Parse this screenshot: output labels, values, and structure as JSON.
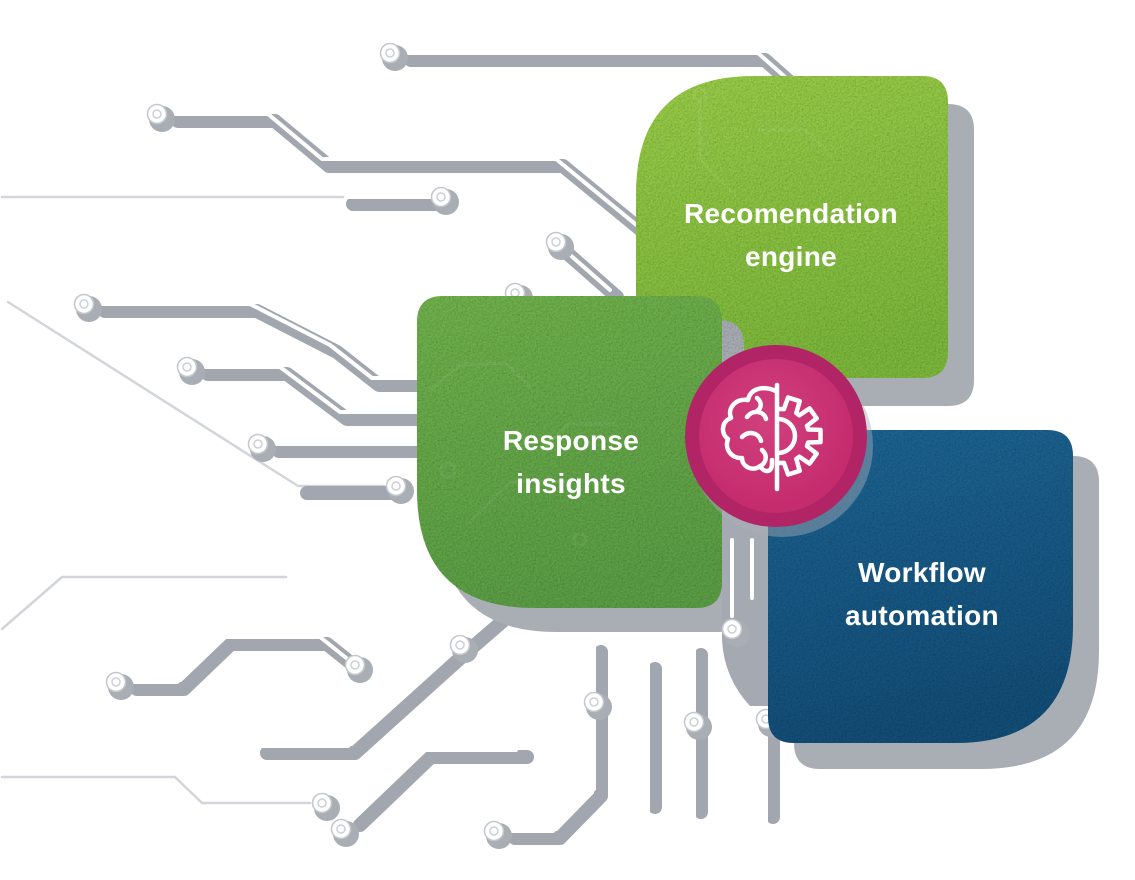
{
  "cards": [
    {
      "id": "recommendation-engine",
      "line1": "Recomendation",
      "line2": "engine",
      "color_top": "#97cc46",
      "color_bottom": "#7eb93c",
      "text_color": "#ffffff"
    },
    {
      "id": "response-insights",
      "line1": "Response",
      "line2": "insights",
      "color_top": "#6fb14b",
      "color_bottom": "#5c9f46",
      "text_color": "#ffffff"
    },
    {
      "id": "workflow-automation",
      "line1": "Workflow",
      "line2": "automation",
      "color_top": "#1d6594",
      "color_bottom": "#134e78",
      "text_color": "#ffffff"
    }
  ],
  "center_badge": {
    "icon": "brain-gear-icon",
    "ring_color": "#b12465",
    "fill_color": "#c52d6f",
    "icon_color": "#ffffff"
  },
  "decor": {
    "trace_color": "#a1a6af",
    "trace_highlight": "#ffffff",
    "shadow_color": "#a9aeb5",
    "background_color": "#ffffff"
  }
}
